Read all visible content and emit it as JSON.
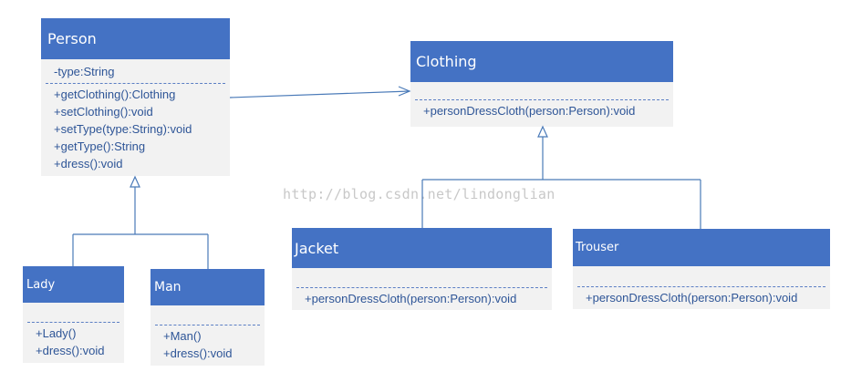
{
  "watermark": "http://blog.csdn.net/lindonglian",
  "classes": {
    "person": {
      "name": "Person",
      "attributes": [
        "-type:String"
      ],
      "operations": [
        "+getClothing():Clothing",
        "+setClothing():void",
        "+setType(type:String):void",
        "+getType():String",
        "+dress():void"
      ]
    },
    "clothing": {
      "name": "Clothing",
      "attributes": [],
      "operations": [
        "+personDressCloth(person:Person):void"
      ]
    },
    "lady": {
      "name": "Lady",
      "attributes": [],
      "operations": [
        "+Lady()",
        "+dress():void"
      ]
    },
    "man": {
      "name": "Man",
      "attributes": [],
      "operations": [
        "+Man()",
        "+dress():void"
      ]
    },
    "jacket": {
      "name": "Jacket",
      "attributes": [],
      "operations": [
        "+personDressCloth(person:Person):void"
      ]
    },
    "trouser": {
      "name": "Trouser",
      "attributes": [],
      "operations": [
        "+personDressCloth(person:Person):void"
      ]
    }
  },
  "colors": {
    "header": "#4472c4",
    "body": "#f2f2f2",
    "text": "#2e5597",
    "connector": "#4a7ab8"
  }
}
